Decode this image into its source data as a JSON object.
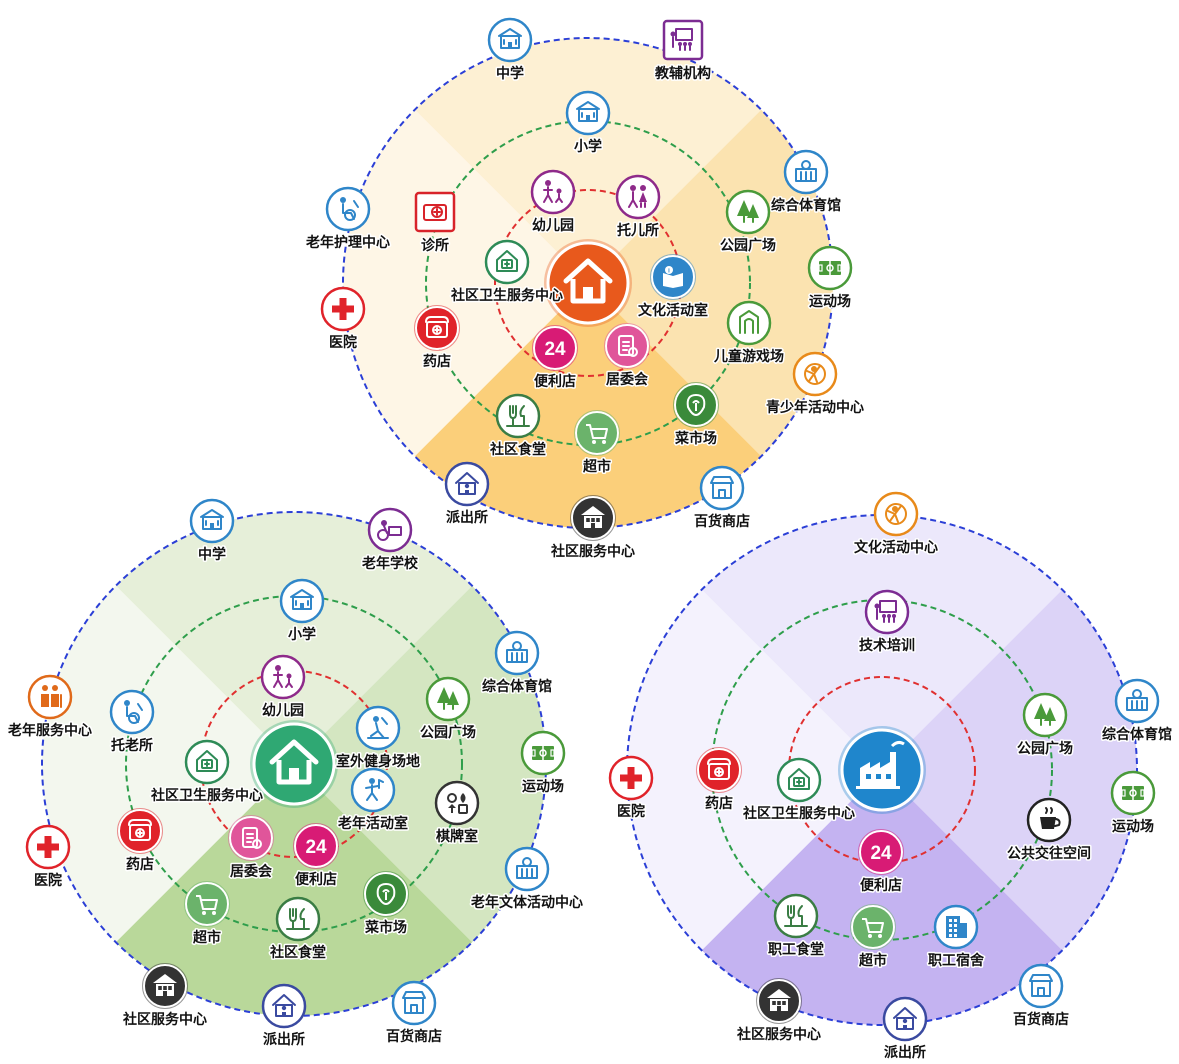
{
  "diagrams": [
    {
      "id": "residential-1",
      "palette": {
        "q_top": "#fdf0d3",
        "q_left": "#fef6e6",
        "q_right": "#fbe3b0",
        "q_bottom": "#fbcf7a",
        "center_fill": "#e8591c",
        "center_ring": "#ffffff",
        "center_symbol": "house"
      },
      "items": [
        {
          "label": "中学",
          "icon": "school-building-icon",
          "color": "#2f86c9",
          "style": "outline"
        },
        {
          "label": "教辅机构",
          "icon": "classroom-teaching-icon",
          "color": "#7c2c92",
          "style": "outline-square"
        },
        {
          "label": "小学",
          "icon": "school-building-icon",
          "color": "#2f86c9",
          "style": "outline"
        },
        {
          "label": "综合体育馆",
          "icon": "sports-hall-icon",
          "color": "#2f86c9",
          "style": "outline"
        },
        {
          "label": "老年护理中心",
          "icon": "wheelchair-care-icon",
          "color": "#2f86c9",
          "style": "outline"
        },
        {
          "label": "诊所",
          "icon": "first-aid-kit-icon",
          "color": "#d8232a",
          "style": "outline-square"
        },
        {
          "label": "幼儿园",
          "icon": "adult-child-icon",
          "color": "#8e2a8a",
          "style": "outline"
        },
        {
          "label": "托儿所",
          "icon": "parent-children-icon",
          "color": "#8e2a8a",
          "style": "outline"
        },
        {
          "label": "公园广场",
          "icon": "trees-icon",
          "color": "#4a9a3a",
          "style": "outline"
        },
        {
          "label": "运动场",
          "icon": "sports-field-icon",
          "color": "#4a9a3a",
          "style": "outline"
        },
        {
          "label": "社区卫生服务中心",
          "icon": "health-center-icon",
          "color": "#2e8b57",
          "style": "outline"
        },
        {
          "label": "文化活动室",
          "icon": "info-book-icon",
          "color": "#2f86c9",
          "style": "filled"
        },
        {
          "label": "医院",
          "icon": "red-cross-icon",
          "color": "#e0232a",
          "style": "outline"
        },
        {
          "label": "药店",
          "icon": "pharmacy-icon",
          "color": "#e0232a",
          "style": "filled"
        },
        {
          "label": "儿童游戏场",
          "icon": "playground-slide-icon",
          "color": "#4a9a3a",
          "style": "outline"
        },
        {
          "label": "便利店",
          "icon": "store-24h-icon",
          "color": "#d81b75",
          "style": "filled"
        },
        {
          "label": "居委会",
          "icon": "committee-document-icon",
          "color": "#e0559a",
          "style": "filled"
        },
        {
          "label": "青少年活动中心",
          "icon": "youth-activity-icon",
          "color": "#e88a1a",
          "style": "outline"
        },
        {
          "label": "社区食堂",
          "icon": "canteen-icon",
          "color": "#3a7d44",
          "style": "outline"
        },
        {
          "label": "菜市场",
          "icon": "vegetable-market-icon",
          "color": "#3a8a3a",
          "style": "filled"
        },
        {
          "label": "超市",
          "icon": "shopping-cart-icon",
          "color": "#6bb36b",
          "style": "filled"
        },
        {
          "label": "派出所",
          "icon": "police-station-icon",
          "color": "#3a4aa0",
          "style": "outline"
        },
        {
          "label": "百货商店",
          "icon": "department-store-icon",
          "color": "#2f86c9",
          "style": "outline"
        },
        {
          "label": "社区服务中心",
          "icon": "community-service-icon",
          "color": "#333333",
          "style": "filled"
        }
      ]
    },
    {
      "id": "residential-2",
      "palette": {
        "q_top": "#e6efd9",
        "q_left": "#f3f7ee",
        "q_right": "#d4e6c1",
        "q_bottom": "#b9d89a",
        "center_fill": "#2fa873",
        "center_ring": "#ffffff",
        "center_symbol": "house"
      },
      "items": [
        {
          "label": "中学",
          "icon": "school-building-icon",
          "color": "#2f86c9",
          "style": "outline"
        },
        {
          "label": "老年学校",
          "icon": "elderly-school-icon",
          "color": "#7c2c92",
          "style": "outline"
        },
        {
          "label": "小学",
          "icon": "school-building-icon",
          "color": "#2f86c9",
          "style": "outline"
        },
        {
          "label": "综合体育馆",
          "icon": "sports-hall-icon",
          "color": "#2f86c9",
          "style": "outline"
        },
        {
          "label": "老年服务中心",
          "icon": "elderly-couple-icon",
          "color": "#e06a1a",
          "style": "outline"
        },
        {
          "label": "托老所",
          "icon": "elderly-care-icon",
          "color": "#2f86c9",
          "style": "outline"
        },
        {
          "label": "幼儿园",
          "icon": "adult-child-icon",
          "color": "#8e2a8a",
          "style": "outline"
        },
        {
          "label": "公园广场",
          "icon": "trees-icon",
          "color": "#4a9a3a",
          "style": "outline"
        },
        {
          "label": "室外健身场地",
          "icon": "outdoor-fitness-icon",
          "color": "#2f86c9",
          "style": "outline"
        },
        {
          "label": "运动场",
          "icon": "sports-field-icon",
          "color": "#4a9a3a",
          "style": "outline"
        },
        {
          "label": "社区卫生服务中心",
          "icon": "health-center-icon",
          "color": "#2e8b57",
          "style": "outline"
        },
        {
          "label": "老年活动室",
          "icon": "elderly-activity-icon",
          "color": "#2f86c9",
          "style": "outline"
        },
        {
          "label": "棋牌室",
          "icon": "chess-cards-icon",
          "color": "#333333",
          "style": "outline"
        },
        {
          "label": "医院",
          "icon": "red-cross-icon",
          "color": "#e0232a",
          "style": "outline"
        },
        {
          "label": "药店",
          "icon": "pharmacy-icon",
          "color": "#e0232a",
          "style": "filled"
        },
        {
          "label": "居委会",
          "icon": "committee-document-icon",
          "color": "#e0559a",
          "style": "filled"
        },
        {
          "label": "便利店",
          "icon": "store-24h-icon",
          "color": "#d81b75",
          "style": "filled"
        },
        {
          "label": "老年文体活动中心",
          "icon": "sports-hall-icon",
          "color": "#2f86c9",
          "style": "outline"
        },
        {
          "label": "超市",
          "icon": "shopping-cart-icon",
          "color": "#6bb36b",
          "style": "filled"
        },
        {
          "label": "社区食堂",
          "icon": "canteen-icon",
          "color": "#3a7d44",
          "style": "outline"
        },
        {
          "label": "菜市场",
          "icon": "vegetable-market-icon",
          "color": "#3a8a3a",
          "style": "filled"
        },
        {
          "label": "社区服务中心",
          "icon": "community-service-icon",
          "color": "#333333",
          "style": "filled"
        },
        {
          "label": "派出所",
          "icon": "police-station-icon",
          "color": "#3a4aa0",
          "style": "outline"
        },
        {
          "label": "百货商店",
          "icon": "department-store-icon",
          "color": "#2f86c9",
          "style": "outline"
        }
      ]
    },
    {
      "id": "industrial",
      "palette": {
        "q_top": "#ece8fb",
        "q_left": "#f4f2fd",
        "q_right": "#dcd3f7",
        "q_bottom": "#c4b3f1",
        "center_fill": "#1f86cc",
        "center_ring": "#ffffff",
        "center_symbol": "factory"
      },
      "items": [
        {
          "label": "文化活动中心",
          "icon": "youth-activity-icon",
          "color": "#e88a1a",
          "style": "outline"
        },
        {
          "label": "技术培训",
          "icon": "training-presentation-icon",
          "color": "#7c2c92",
          "style": "outline"
        },
        {
          "label": "综合体育馆",
          "icon": "sports-hall-icon",
          "color": "#2f86c9",
          "style": "outline"
        },
        {
          "label": "公园广场",
          "icon": "trees-icon",
          "color": "#4a9a3a",
          "style": "outline"
        },
        {
          "label": "医院",
          "icon": "red-cross-icon",
          "color": "#e0232a",
          "style": "outline"
        },
        {
          "label": "药店",
          "icon": "pharmacy-icon",
          "color": "#e0232a",
          "style": "filled"
        },
        {
          "label": "社区卫生服务中心",
          "icon": "health-center-icon",
          "color": "#2e8b57",
          "style": "outline"
        },
        {
          "label": "运动场",
          "icon": "sports-field-icon",
          "color": "#4a9a3a",
          "style": "outline"
        },
        {
          "label": "公共交往空间",
          "icon": "coffee-cup-icon",
          "color": "#222222",
          "style": "outline"
        },
        {
          "label": "便利店",
          "icon": "store-24h-icon",
          "color": "#d81b75",
          "style": "filled"
        },
        {
          "label": "职工食堂",
          "icon": "canteen-icon",
          "color": "#3a7d44",
          "style": "outline"
        },
        {
          "label": "超市",
          "icon": "shopping-cart-icon",
          "color": "#6bb36b",
          "style": "filled"
        },
        {
          "label": "职工宿舍",
          "icon": "dormitory-building-icon",
          "color": "#2f86c9",
          "style": "outline"
        },
        {
          "label": "百货商店",
          "icon": "department-store-icon",
          "color": "#2f86c9",
          "style": "outline"
        },
        {
          "label": "社区服务中心",
          "icon": "community-service-icon",
          "color": "#333333",
          "style": "filled"
        },
        {
          "label": "派出所",
          "icon": "police-station-icon",
          "color": "#3a4aa0",
          "style": "outline"
        }
      ]
    }
  ]
}
